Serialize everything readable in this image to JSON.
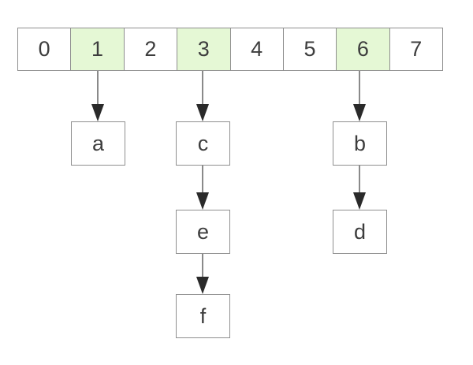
{
  "diagram": {
    "type": "hash-table-separate-chaining",
    "colors": {
      "background": "#ffffff",
      "cell_fill": "#ffffff",
      "highlight_fill": "#e5f8d5",
      "border": "#8f8f8f",
      "arrow_line": "#8a8a8a",
      "arrow_head": "#2a2a2a",
      "text": "#3d3d3d"
    },
    "array": {
      "cells": [
        {
          "label": "0",
          "highlighted": false
        },
        {
          "label": "1",
          "highlighted": true
        },
        {
          "label": "2",
          "highlighted": false
        },
        {
          "label": "3",
          "highlighted": true
        },
        {
          "label": "4",
          "highlighted": false
        },
        {
          "label": "5",
          "highlighted": false
        },
        {
          "label": "6",
          "highlighted": true
        },
        {
          "label": "7",
          "highlighted": false
        }
      ]
    },
    "nodes": {
      "a": {
        "label": "a"
      },
      "b": {
        "label": "b"
      },
      "c": {
        "label": "c"
      },
      "d": {
        "label": "d"
      },
      "e": {
        "label": "e"
      },
      "f": {
        "label": "f"
      }
    },
    "edges": [
      {
        "from": "cell-1",
        "to": "node-a"
      },
      {
        "from": "cell-3",
        "to": "node-c"
      },
      {
        "from": "cell-6",
        "to": "node-b"
      },
      {
        "from": "node-c",
        "to": "node-e"
      },
      {
        "from": "node-e",
        "to": "node-f"
      },
      {
        "from": "node-b",
        "to": "node-d"
      }
    ]
  }
}
